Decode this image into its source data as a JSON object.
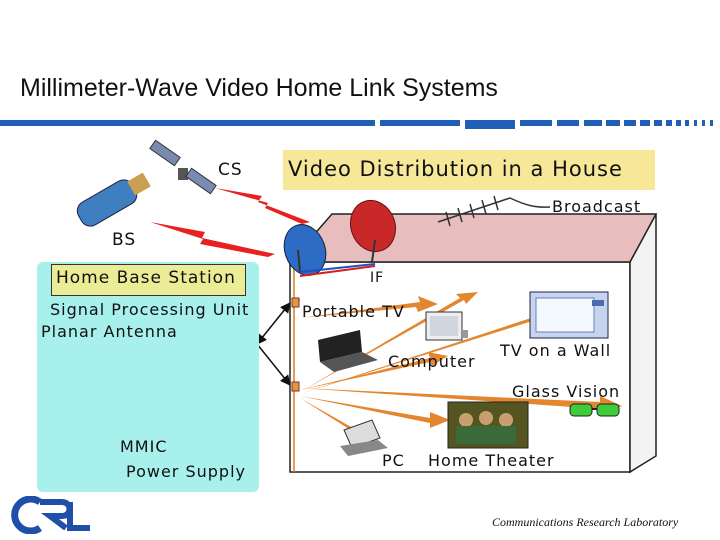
{
  "title": "Millimeter-Wave Video Home Link Systems",
  "labels": {
    "cs": "CS",
    "bs": "BS",
    "video_distribution": "Video Distribution in a House",
    "broadcast": "Broadcast",
    "home_base_station": "Home Base Station",
    "signal_processing_unit": "Signal Processing Unit",
    "planar_antenna": "Planar Antenna",
    "mmic": "MMIC",
    "power_supply": "Power Supply",
    "if": "IF",
    "portable_tv": "Portable TV",
    "computer": "Computer",
    "tv_on_wall": "TV on a Wall",
    "glass_vision": "Glass Vision",
    "pc": "PC",
    "home_theater": "Home Theater"
  },
  "footer": {
    "organization": "Communications Research Laboratory",
    "logo_text": "CRL"
  },
  "colors": {
    "accent_blue": "#1f5fb8",
    "roof": "#e7bdbd",
    "panel": "#a8f0ec",
    "arrow_red": "#e82020",
    "arrow_orange": "#e07a18"
  }
}
